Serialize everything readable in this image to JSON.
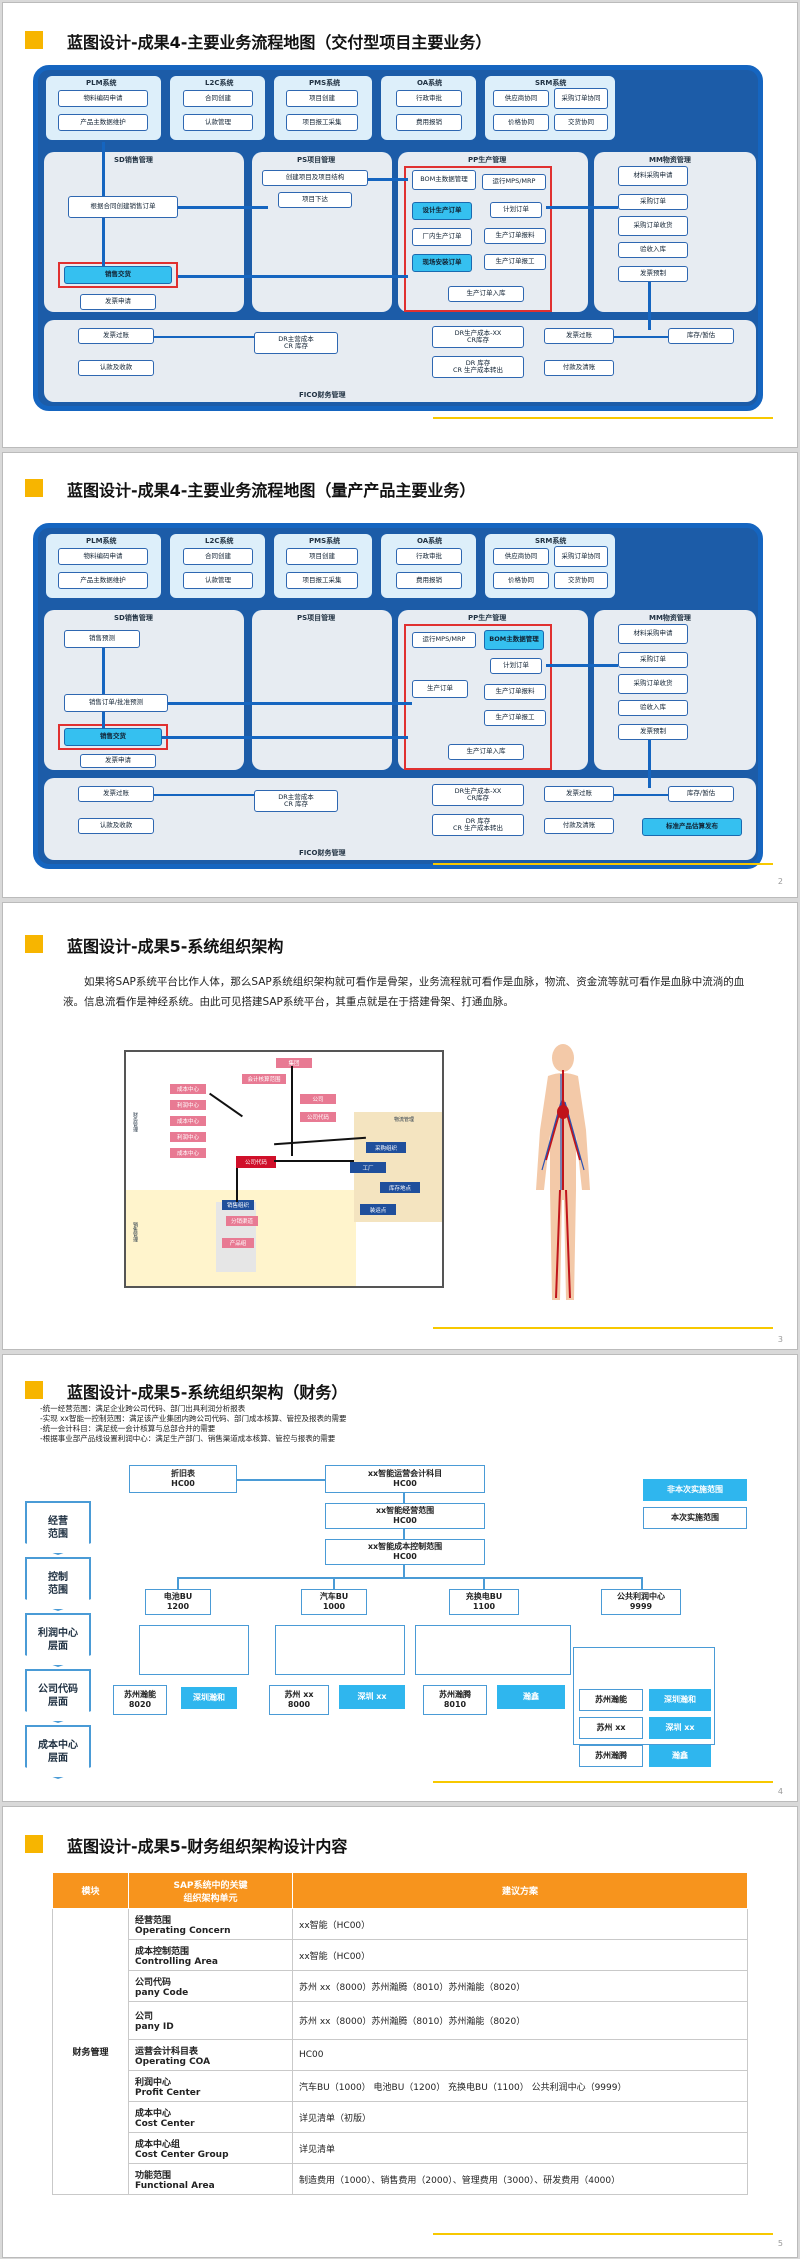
{
  "slide1": {
    "title": "蓝图设计-成果4-主要业务流程地图（交付型项目主要业务）",
    "systems": {
      "plm": "PLM系统",
      "plm1": "物料编码申请",
      "plm2": "产品主数据维护",
      "l2c": "L2C系统",
      "l2c1": "合同创建",
      "l2c2": "认款管理",
      "pms": "PMS系统",
      "pms1": "项目创建",
      "pms2": "项目报工采集",
      "oa": "OA系统",
      "oa1": "行政审批",
      "oa2": "费用报销",
      "srm": "SRM系统",
      "srm1": "供应商协同",
      "srm2": "采购订单协同",
      "srm3": "价格协同",
      "srm4": "交货协同"
    },
    "sd": "SD销售管理",
    "sd1": "根据合同创建销售订单",
    "sd2": "销售交货",
    "sd3": "发票申请",
    "ps": "PS项目管理",
    "ps1": "创建项目及项目结构",
    "ps2": "项目下达",
    "pp": "PP生产管理",
    "pp1": "BOM主数据管理",
    "pp2": "运行MPS/MRP",
    "pp3": "计划订单",
    "pp4": "设计生产订单",
    "pp5": "生产订单报料",
    "pp6": "厂内生产订单",
    "pp7": "现场安装订单",
    "pp8": "生产订单报工",
    "pp9": "生产订单入库",
    "mm": "MM物资管理",
    "mm1": "材料采购申请",
    "mm2": "采购订单",
    "mm3": "采购订单收货",
    "mm4": "验收入库",
    "mm5": "发票预制",
    "fi": "FICO财务管理",
    "fi1": "发票过账",
    "fi2": "认款及收款",
    "fi3": "DR主营成本\nCR 库存",
    "fi4": "DR生产成本-XX\nCR库存",
    "fi5": "DR 库存\nCR 生产成本转出",
    "fi6": "发票过账",
    "fi7": "付款及清账",
    "fi8": "库存/暂估"
  },
  "slide2": {
    "title": "蓝图设计-成果4-主要业务流程地图（量产产品主要业务）",
    "page": "2",
    "sd1": "销售预测",
    "sd2": "销售订单/批准预测",
    "sd3": "销售交货",
    "sd4": "发票申请",
    "pp1": "运行MPS/MRP",
    "pp2": "BOM主数据管理",
    "pp3": "计划订单",
    "pp4": "生产订单",
    "pp5": "生产订单报料",
    "pp6": "生产订单报工",
    "pp7": "生产订单入库",
    "fi9": "标准产品估算发布"
  },
  "slide3": {
    "title": "蓝图设计-成果5-系统组织架构",
    "page": "3",
    "text": "如果将SAP系统平台比作人体，那么SAP系统组织架构就可看作是骨架，业务流程就可看作是血脉，物流、资金流等就可看作是血脉中流淌的血液。信息流看作是神经系统。由此可见搭建SAP系统平台，其重点就是在于搭建骨架、打通血脉。",
    "org": {
      "c1": "集团",
      "c2": "会计核算范围",
      "c3": "公司",
      "c4": "利润中心",
      "c5": "成本中心",
      "c6": "公司代码",
      "c7": "工厂",
      "c8": "采购组织",
      "c9": "库存地点",
      "c10": "装运点",
      "c11": "销售组织",
      "c12": "分销渠道",
      "c13": "产品组",
      "l1": "财务管理",
      "l2": "物流管理",
      "l3": "销售管理"
    }
  },
  "slide4": {
    "title": "蓝图设计-成果5-系统组织架构（财务）",
    "page": "4",
    "notes": [
      "-统一经营范围：满足企业跨公司代码、部门出具利润分析报表",
      "-实现 xx智能一控制范围：满足该产业集团内跨公司代码、部门成本核算、管控及报表的需要",
      "-统一会计科目：满足统一会计核算与总部合并的需要",
      "-根据事业部产品线设置利润中心：满足生产部门、销售渠道成本核算、管控与报表的需要"
    ],
    "legend": {
      "a": "非本次实施范围",
      "b": "本次实施范围"
    },
    "levels": [
      "经营\n范围",
      "控制\n范围",
      "利润中心\n层面",
      "公司代码\n层面",
      "成本中心\n层面"
    ],
    "top": {
      "fold": "折旧表\nHC00",
      "coa": "xx智能运营会计科目\nHC00",
      "oc": "xx智能经营范围\nHC00",
      "ca": "xx智能成本控制范围\nHC00"
    },
    "pc": [
      "电池BU\n1200",
      "汽车BU\n1000",
      "充换电BU\n1100",
      "公共利润中心\n9999"
    ],
    "cc": {
      "a": "苏州瀚能\n8020",
      "b": "深圳瀚和",
      "c": "苏州 xx\n8000",
      "d": "深圳 xx",
      "e": "苏州瀚腾\n8010",
      "f": "瀚鑫",
      "g": "苏州瀚能",
      "h": "深圳瀚和",
      "i": "苏州 xx",
      "j": "深圳 xx",
      "k": "苏州瀚腾",
      "l": "瀚鑫"
    }
  },
  "slide5": {
    "title": "蓝图设计-成果5-财务组织架构设计内容",
    "page": "5",
    "head": [
      "模块",
      "SAP系统中的关键\n组织架构单元",
      "建议方案"
    ],
    "module": "财务管理",
    "rows": [
      [
        "经营范围",
        "Operating Concern",
        "xx智能（HC00）"
      ],
      [
        "成本控制范围",
        "Controlling Area",
        "xx智能（HC00）"
      ],
      [
        "公司代码",
        "pany Code",
        "苏州 xx（8000）苏州瀚腾（8010）苏州瀚能（8020）"
      ],
      [
        "公司",
        "pany ID",
        "苏州 xx（8000）苏州瀚腾（8010）苏州瀚能（8020）"
      ],
      [
        "运营会计科目表",
        "Operating COA",
        "HC00"
      ],
      [
        "利润中心",
        "Profit Center",
        "汽车BU（1000） 电池BU（1200） 充换电BU（1100） 公共利润中心（9999）"
      ],
      [
        "成本中心",
        "Cost Center",
        "详见清单（初版）"
      ],
      [
        "成本中心组",
        "Cost Center Group",
        "详见清单"
      ],
      [
        "功能范围",
        "Functional Area",
        "制造费用（1000）、销售费用（2000）、管理费用（3000）、研发费用（4000）"
      ]
    ]
  }
}
